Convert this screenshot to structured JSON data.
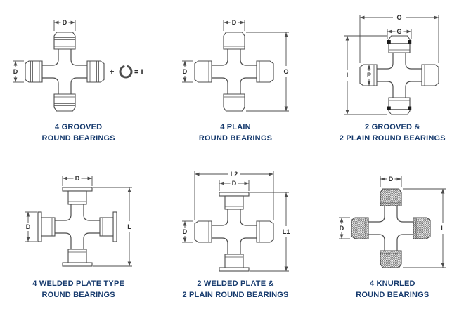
{
  "page": {
    "background": "#ffffff"
  },
  "style": {
    "line_color": "#4c4c4c",
    "dim_text_color": "#2e2e2e",
    "caption_color": "#173b6e",
    "snapring_color": "#1c1c1c"
  },
  "diagrams": [
    {
      "id": "grooved4",
      "caption": [
        "4 GROOVED",
        "ROUND BEARINGS"
      ],
      "caps": {
        "top": "groove",
        "right": "groove",
        "bottom": "groove",
        "left": "groove"
      },
      "dims": [
        {
          "role": "top_cap_width",
          "letter": "D"
        },
        {
          "role": "left_cap_diameter",
          "letter": "D"
        }
      ],
      "annotation": {
        "plus": "+",
        "icon": "snap-ring-icon",
        "equals": "= I"
      }
    },
    {
      "id": "plain4",
      "caption": [
        "4 PLAIN",
        "ROUND BEARINGS"
      ],
      "caps": {
        "top": "plain",
        "right": "plain",
        "bottom": "plain",
        "left": "plain"
      },
      "dims": [
        {
          "role": "top_cap_width",
          "letter": "D"
        },
        {
          "role": "left_cap_diameter",
          "letter": "D"
        },
        {
          "role": "right_full_height",
          "letter": "O"
        }
      ]
    },
    {
      "id": "grooved2plain2",
      "caption": [
        "2 GROOVED &",
        "2 PLAIN ROUND BEARINGS"
      ],
      "caps": {
        "top": "groove_ring",
        "right": "plain",
        "bottom": "groove_ring",
        "left": "plain"
      },
      "dims": [
        {
          "role": "top_full_width",
          "letter": "O"
        },
        {
          "role": "top_ring_width",
          "letter": "G"
        },
        {
          "role": "left_full_height",
          "letter": "I"
        },
        {
          "role": "left_cap_inner",
          "letter": "P"
        }
      ]
    },
    {
      "id": "welded4",
      "caption": [
        "4 WELDED PLATE TYPE",
        "ROUND BEARINGS"
      ],
      "caps": {
        "top": "plate",
        "right": "plate",
        "bottom": "plate",
        "left": "plate"
      },
      "dims": [
        {
          "role": "top_plate_width",
          "letter": "D"
        },
        {
          "role": "left_cap_diameter",
          "letter": "D"
        },
        {
          "role": "right_full_height",
          "letter": "L"
        }
      ]
    },
    {
      "id": "welded2plain2",
      "caption": [
        "2 WELDED PLATE &",
        "2 PLAIN ROUND BEARINGS"
      ],
      "caps": {
        "top": "plate",
        "right": "plain",
        "bottom": "plate",
        "left": "plain"
      },
      "dims": [
        {
          "role": "top_full_width",
          "letter": "L2"
        },
        {
          "role": "top_plate_width",
          "letter": "D"
        },
        {
          "role": "left_cap_diameter",
          "letter": "D"
        },
        {
          "role": "right_full_height",
          "letter": "L1"
        }
      ]
    },
    {
      "id": "knurled4",
      "caption": [
        "4 KNURLED",
        "ROUND BEARINGS"
      ],
      "caps": {
        "top": "knurl",
        "right": "knurl",
        "bottom": "knurl",
        "left": "knurl"
      },
      "dims": [
        {
          "role": "top_cap_width",
          "letter": "D"
        },
        {
          "role": "left_cap_diameter",
          "letter": "D"
        },
        {
          "role": "right_full_height",
          "letter": "L"
        }
      ]
    }
  ]
}
